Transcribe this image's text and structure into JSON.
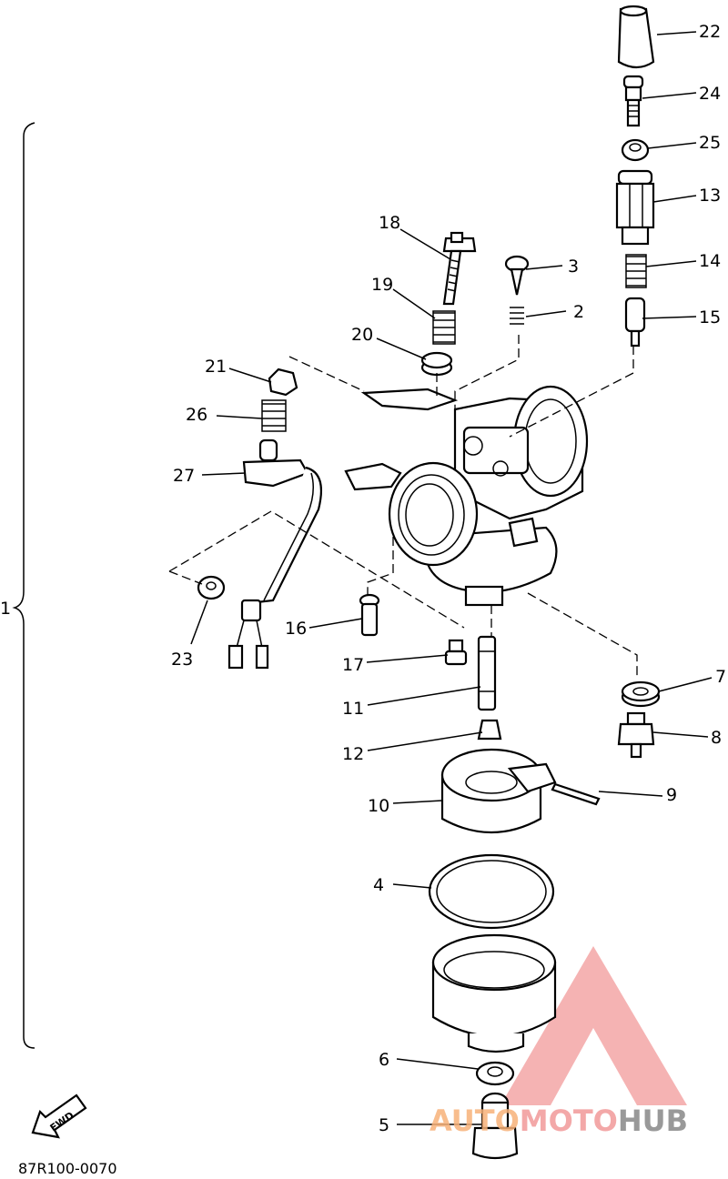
{
  "diagram": {
    "part_code": "87R100-0070",
    "fwd_label": "FWD",
    "assembly_label": "1",
    "callouts": {
      "c22": "22",
      "c24": "24",
      "c25": "25",
      "c13": "13",
      "c14": "14",
      "c15": "15",
      "c3": "3",
      "c2": "2",
      "c18": "18",
      "c19": "19",
      "c20": "20",
      "c21": "21",
      "c26": "26",
      "c27": "27",
      "c23": "23",
      "c16": "16",
      "c17": "17",
      "c11": "11",
      "c12": "12",
      "c10": "10",
      "c9": "9",
      "c7": "7",
      "c8": "8",
      "c4": "4",
      "c6": "6",
      "c5": "5"
    }
  },
  "watermark": {
    "text_a": "AUTO",
    "text_b": "MOTO",
    "text_c": "HUB",
    "colors": {
      "orange": "#f7b27a",
      "pink": "#f29a9a",
      "gray": "#888888"
    }
  }
}
